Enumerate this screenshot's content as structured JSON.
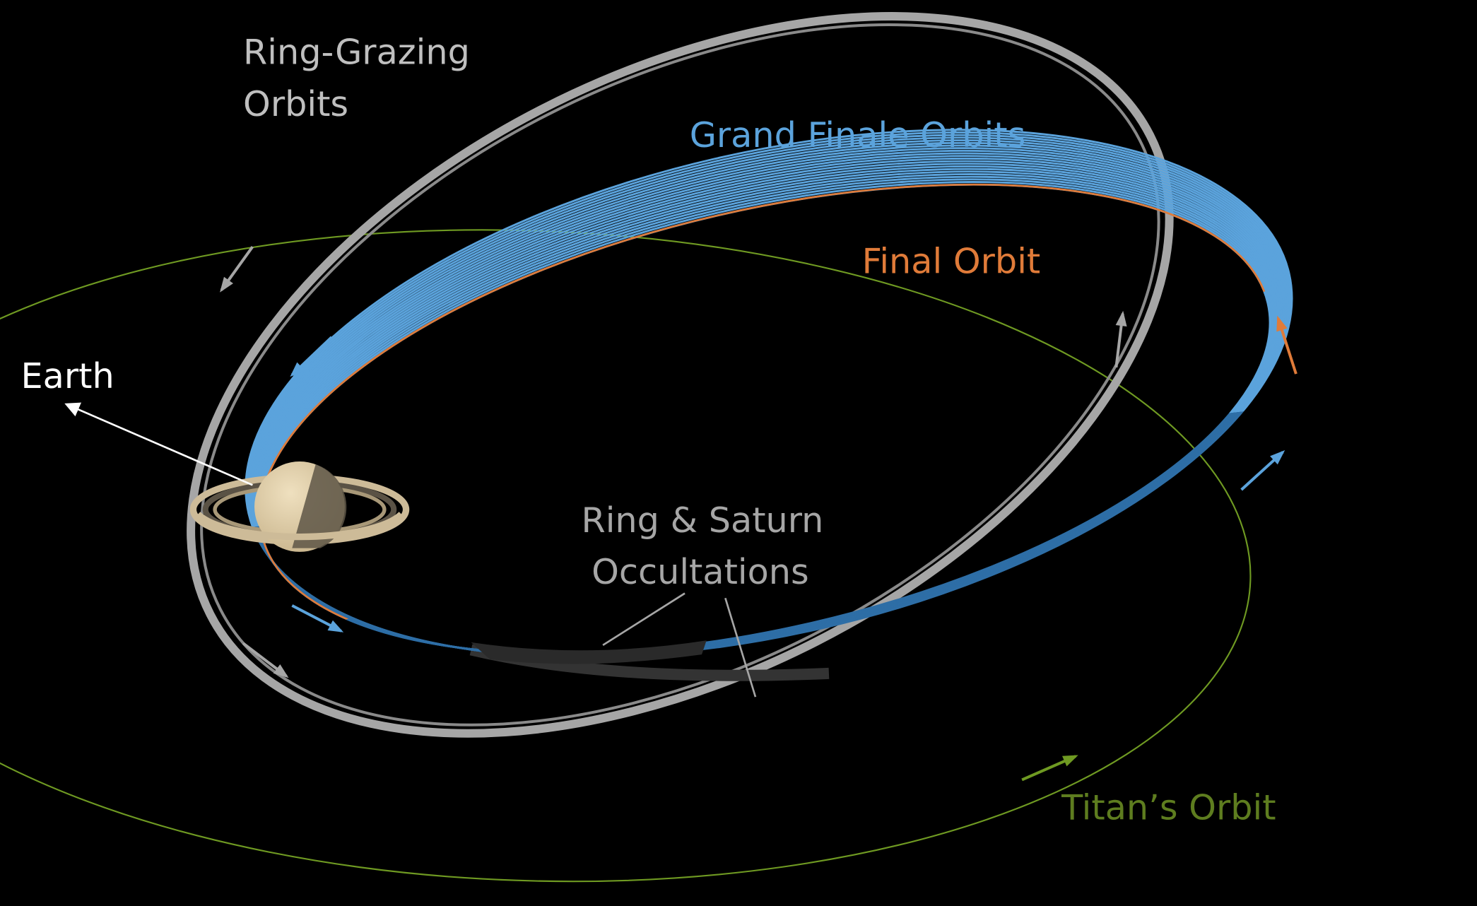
{
  "labels": {
    "ring_grazing_line1": "Ring-Grazing",
    "ring_grazing_line2": "Orbits",
    "grand_finale": "Grand Finale Orbits",
    "final_orbit": "Final Orbit",
    "earth": "Earth",
    "occultations_line1": "Ring & Saturn",
    "occultations_line2": "Occultations",
    "titan_orbit": "Titan’s Orbit"
  },
  "colors": {
    "background": "#000000",
    "ring_grazing": "#a6a6a6",
    "grand_finale": "#5ba3dc",
    "grand_finale_dark": "#2e6ea6",
    "final_orbit": "#e07b39",
    "titan": "#6f9a22",
    "titan_label": "#5e7d1f",
    "earth": "#ffffff",
    "saturn": "#e8d6b0"
  }
}
